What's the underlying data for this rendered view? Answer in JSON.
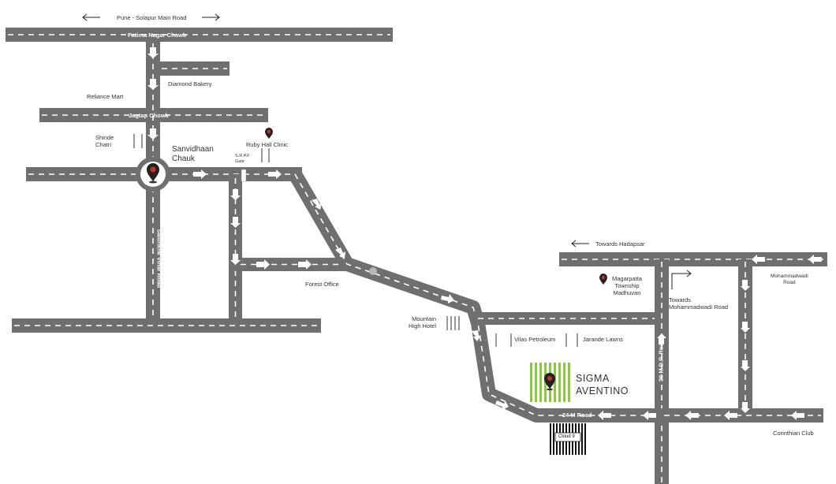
{
  "labels": {
    "pune_solapur": "Pune - Solapur Main Road",
    "fatima_nagar": "Fatima Nagar Chowk",
    "diamond_bakery": "Diamond Bakery",
    "reliance_mart": "Reliance Mart",
    "jagtap_chowk": "Jagtap Chowk",
    "shinde_chatri": "Shinde\nChatri",
    "sanvidhaan_chauk": "Sanvidhaan\nChauk",
    "ruby_hall": "Ruby Hall Clinic",
    "srpf_gate": "S.R.P.F\nGate",
    "salunkhe_vihar": "Salunkhe Vihar Road",
    "forest_office": "Forest Office",
    "towards_hadapsar": "Towards Hadapsar",
    "magarpatta": "Magarpatta\nTownship\nMadhuvan",
    "towards_mohammadwadi": "Towards\nMohammadwadi Road",
    "mohammadwadi_road": "Mohammadwadi\nRoad",
    "mountain_high": "Mountain\nHigh Hotel",
    "vilas_petroleum": "Vilas Petroleum",
    "jarande_lawns": "Jarande Lawns",
    "road_24m_a": "24 M Road",
    "road_24m_b": "24 M Road",
    "dp_road": "30 M D.P. Road",
    "project": "SIGMA\nAVENTINO",
    "cloud9": "Cloud 9",
    "corinthian": "Corinthian Club"
  },
  "colors": {
    "road": "#6f6f6f",
    "marker": "#c8322c",
    "project": "#8dc63f"
  }
}
